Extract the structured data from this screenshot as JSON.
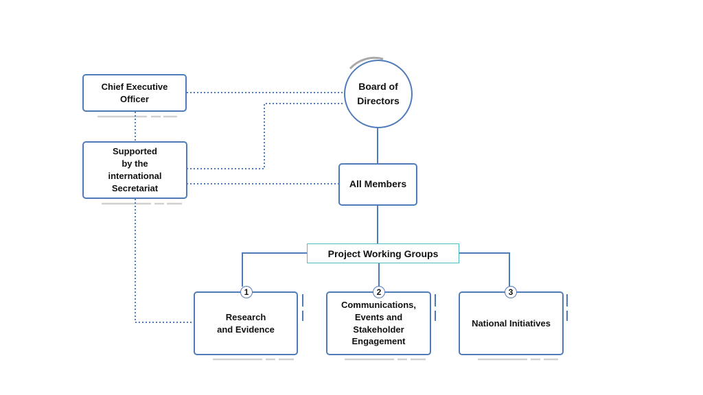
{
  "colors": {
    "accent": "#4f7bb8",
    "teal": "#4dbbc4",
    "shadow": "#d0d0d0",
    "arc": "#a9a9a9"
  },
  "nodes": {
    "board": "Board of\nDirectors",
    "ceo": "Chief Executive\nOfficer",
    "secretariat": "Supported\nby the\ninternational\nSecretariat",
    "members": "All Members",
    "pwg": "Project Working Groups",
    "groups": [
      {
        "number": "1",
        "label": "Research\nand Evidence"
      },
      {
        "number": "2",
        "label": "Communications,\nEvents and\nStakeholder\nEngagement"
      },
      {
        "number": "3",
        "label": "National Initiatives"
      }
    ]
  }
}
